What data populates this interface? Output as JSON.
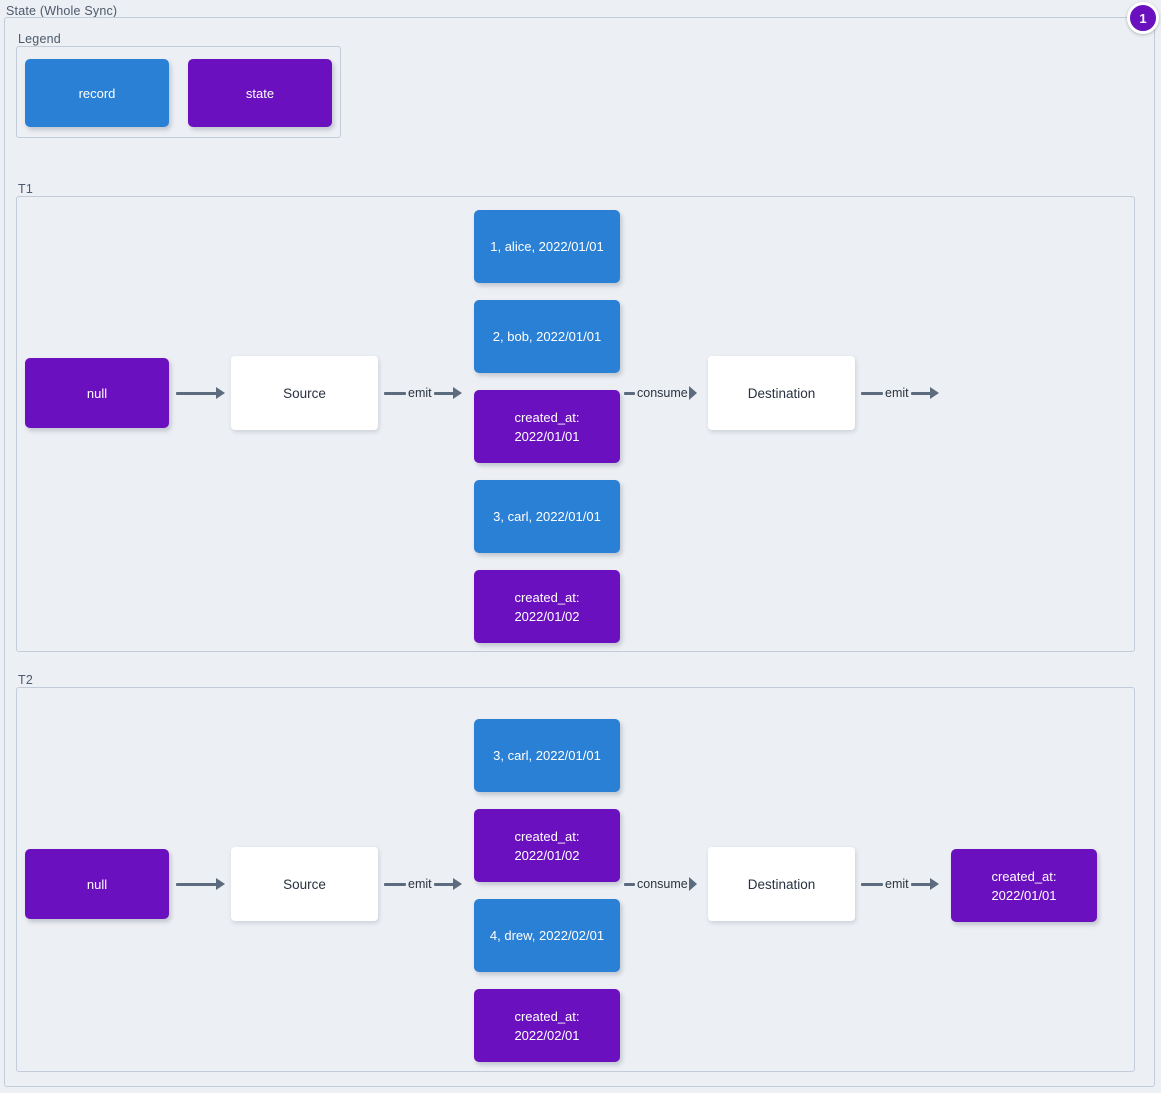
{
  "diagram": {
    "title": "State (Whole Sync)",
    "badge": "1"
  },
  "legend": {
    "title": "Legend",
    "items": [
      {
        "label": "record",
        "kind": "record",
        "color": "#2a80d4"
      },
      {
        "label": "state",
        "kind": "state",
        "color": "#6b10be"
      }
    ]
  },
  "colors": {
    "record": "#2a80d4",
    "state": "#6b10be",
    "node_plain_bg": "#ffffff",
    "canvas_bg": "#eceff4",
    "border": "#c3cdd9",
    "arrow": "#5d6b7e",
    "label_text": "#4c5a6b"
  },
  "lanes": [
    {
      "name": "T1",
      "initial_state": "null",
      "source": "Source",
      "destination": "Destination",
      "arrows": {
        "state_to_source": "",
        "source_emit": "emit",
        "consume": "consume",
        "destination_emit": "emit"
      },
      "stream": [
        {
          "kind": "record",
          "label": "1, alice, 2022/01/01"
        },
        {
          "kind": "record",
          "label": "2, bob, 2022/01/01"
        },
        {
          "kind": "state",
          "label": "created_at:\n2022/01/01"
        },
        {
          "kind": "record",
          "label": "3, carl, 2022/01/01"
        },
        {
          "kind": "state",
          "label": "created_at:\n2022/01/02"
        }
      ],
      "output_state": null
    },
    {
      "name": "T2",
      "initial_state": "null",
      "source": "Source",
      "destination": "Destination",
      "arrows": {
        "state_to_source": "",
        "source_emit": "emit",
        "consume": "consume",
        "destination_emit": "emit"
      },
      "stream": [
        {
          "kind": "record",
          "label": "3, carl, 2022/01/01"
        },
        {
          "kind": "state",
          "label": "created_at:\n2022/01/02"
        },
        {
          "kind": "record",
          "label": "4, drew, 2022/02/01"
        },
        {
          "kind": "state",
          "label": "created_at:\n2022/02/01"
        }
      ],
      "output_state": "created_at:\n2022/01/01"
    }
  ]
}
